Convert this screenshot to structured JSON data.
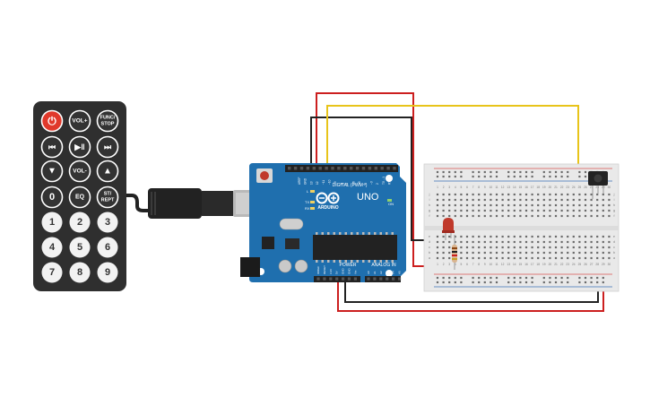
{
  "canvas": {
    "background": "#ffffff"
  },
  "remote": {
    "body_color": "#2f2f2f",
    "key_color": "#333333",
    "key_light": "#f2f2f2",
    "power_color": "#e0392b",
    "top_row": [
      {
        "id": "power",
        "label": "⏻",
        "icon": "power-icon"
      },
      {
        "id": "vol-up",
        "label": "VOL+"
      },
      {
        "id": "func-stop",
        "label_line1": "FUNC/",
        "label_line2": "STOP"
      }
    ],
    "nav_row": [
      {
        "id": "prev",
        "label": "⏮",
        "icon": "skip-back-icon"
      },
      {
        "id": "play-pause",
        "label": "▶‖",
        "icon": "play-pause-icon"
      },
      {
        "id": "next",
        "label": "⏭",
        "icon": "skip-forward-icon"
      }
    ],
    "arrow_row": [
      {
        "id": "down",
        "label": "▼",
        "icon": "arrow-down-icon"
      },
      {
        "id": "vol-down",
        "label": "VOL-"
      },
      {
        "id": "up",
        "label": "▲",
        "icon": "arrow-up-icon"
      }
    ],
    "eq_row": [
      {
        "id": "zero",
        "label": "0"
      },
      {
        "id": "eq",
        "label": "EQ"
      },
      {
        "id": "st-rept",
        "label_line1": "ST/",
        "label_line2": "REPT"
      }
    ],
    "digits": [
      "1",
      "2",
      "3",
      "4",
      "5",
      "6",
      "7",
      "8",
      "9"
    ]
  },
  "usb_cable": {
    "color": "#222222",
    "plug_color": "#b9b9b9"
  },
  "arduino": {
    "board_color": "#1f6fae",
    "brand": "ARDUINO",
    "model": "UNO",
    "digital_label": "DIGITAL (PWM~)",
    "power_label": "POWER",
    "analog_label": "ANALOG IN",
    "pin_labels_top": [
      "AREF",
      "GND",
      "13",
      "12",
      "~11",
      "~10",
      "~9",
      "8",
      "7",
      "~6",
      "~5",
      "4",
      "~3",
      "2",
      "TX→1",
      "RX←0"
    ],
    "pin_labels_power": [
      "IOREF",
      "RESET",
      "3.3V",
      "5V",
      "GND",
      "GND",
      "Vin"
    ],
    "pin_labels_analog": [
      "A0",
      "A1",
      "A2",
      "A3",
      "A4",
      "A5"
    ],
    "led_labels": [
      "L",
      "TX",
      "RX"
    ],
    "on_label": "ON"
  },
  "breadboard": {
    "color": "#e9e9e9",
    "rail_red": "#d9534f",
    "rail_blue": "#3a6fb6",
    "column_numbers": [
      "1",
      "2",
      "3",
      "4",
      "5",
      "6",
      "7",
      "8",
      "9",
      "10",
      "11",
      "12",
      "13",
      "14",
      "15",
      "16",
      "17",
      "18",
      "19",
      "20",
      "21",
      "22",
      "23",
      "24",
      "25",
      "26",
      "27",
      "28",
      "29",
      "30"
    ],
    "row_letters_top": [
      "j",
      "i",
      "h",
      "g",
      "f"
    ],
    "row_letters_bottom": [
      "e",
      "d",
      "c",
      "b",
      "a"
    ]
  },
  "components": {
    "led_color": "#c0392b",
    "resistor_color": "#d9b48f",
    "ir_receiver_color": "#222222"
  },
  "wires": {
    "red": "#cc1f1f",
    "black": "#222222",
    "yellow": "#e8c41a"
  }
}
